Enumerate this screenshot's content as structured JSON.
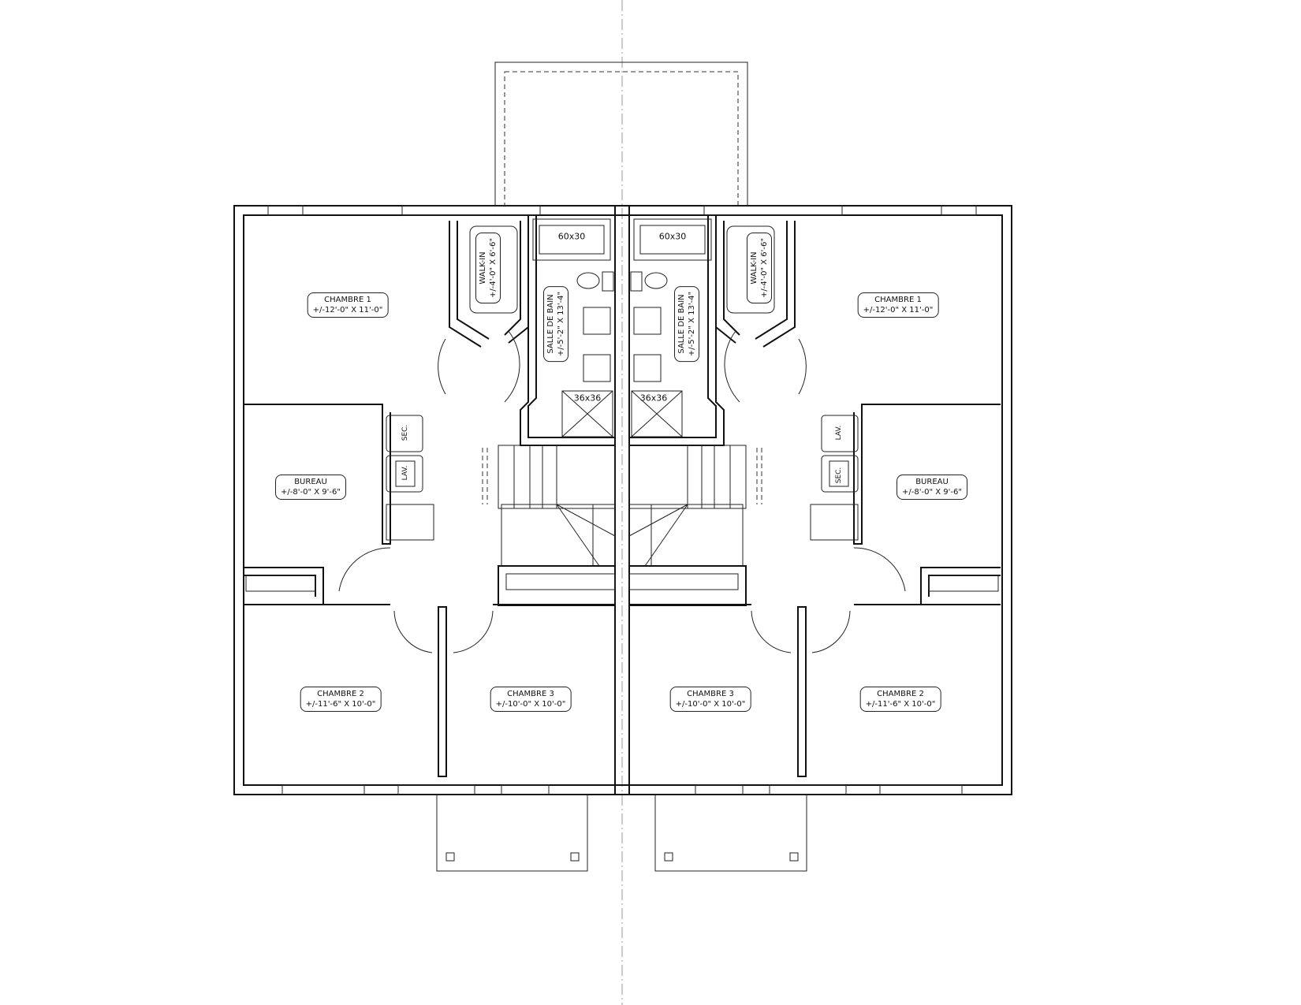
{
  "left_unit": {
    "chambre1": {
      "name": "CHAMBRE 1",
      "size": "+/-12'-0\" X 11'-0\""
    },
    "walkin": {
      "name": "WALK-IN",
      "size": "+/-4'-0\" X 6'-6\""
    },
    "salle_de_bain": {
      "name": "SALLE DE BAIN",
      "size": "+/-5'-2\" X 13'-4\""
    },
    "bath": "60x30",
    "shower": "36x36",
    "bureau": {
      "name": "BUREAU",
      "size": "+/-8'-0\" X 9'-6\""
    },
    "sec": "SEC.",
    "lav": "LAV.",
    "chambre2": {
      "name": "CHAMBRE 2",
      "size": "+/-11'-6\" X 10'-0\""
    },
    "chambre3": {
      "name": "CHAMBRE 3",
      "size": "+/-10'-0\" X 10'-0\""
    }
  },
  "right_unit": {
    "chambre1": {
      "name": "CHAMBRE 1",
      "size": "+/-12'-0\" X 11'-0\""
    },
    "walkin": {
      "name": "WALK-IN",
      "size": "+/-4'-0\" X 6'-6\""
    },
    "salle_de_bain": {
      "name": "SALLE DE BAIN",
      "size": "+/-5'-2\" X 13'-4\""
    },
    "bath": "60x30",
    "shower": "36x36",
    "bureau": {
      "name": "BUREAU",
      "size": "+/-8'-0\" X 9'-6\""
    },
    "sec": "SEC.",
    "lav": "LAV.",
    "chambre2": {
      "name": "CHAMBRE 2",
      "size": "+/-11'-6\" X 10'-0\""
    },
    "chambre3": {
      "name": "CHAMBRE 3",
      "size": "+/-10'-0\" X 10'-0\""
    }
  }
}
